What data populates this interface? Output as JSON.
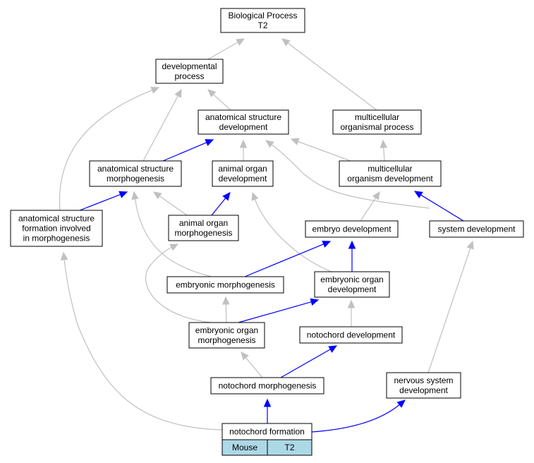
{
  "graph": {
    "nodes": [
      {
        "id": "bp",
        "lines": [
          "Biological Process",
          "T2"
        ]
      },
      {
        "id": "dev_process",
        "lines": [
          "developmental",
          "process"
        ]
      },
      {
        "id": "asd",
        "lines": [
          "anatomical structure",
          "development"
        ]
      },
      {
        "id": "mop",
        "lines": [
          "multicellular",
          "organismal process"
        ]
      },
      {
        "id": "asm",
        "lines": [
          "anatomical structure",
          "morphogenesis"
        ]
      },
      {
        "id": "aod",
        "lines": [
          "animal organ",
          "development"
        ]
      },
      {
        "id": "mod",
        "lines": [
          "multicellular",
          "organism development"
        ]
      },
      {
        "id": "asf",
        "lines": [
          "anatomical structure",
          "formation involved",
          "in morphogenesis"
        ]
      },
      {
        "id": "aom",
        "lines": [
          "animal organ",
          "morphogenesis"
        ]
      },
      {
        "id": "ed",
        "lines": [
          "embryo development"
        ]
      },
      {
        "id": "sd",
        "lines": [
          "system development"
        ]
      },
      {
        "id": "em",
        "lines": [
          "embryonic morphogenesis"
        ]
      },
      {
        "id": "eod",
        "lines": [
          "embryonic organ",
          "development"
        ]
      },
      {
        "id": "eom",
        "lines": [
          "embryonic organ",
          "morphogenesis"
        ]
      },
      {
        "id": "nd",
        "lines": [
          "notochord development"
        ]
      },
      {
        "id": "nm",
        "lines": [
          "notochord morphogenesis"
        ]
      },
      {
        "id": "nsd",
        "lines": [
          "nervous system",
          "development"
        ]
      },
      {
        "id": "nf",
        "lines": [
          "notochord formation"
        ]
      }
    ],
    "annotation": {
      "cells": [
        "Mouse",
        "T2"
      ],
      "fill": "#add8e6"
    },
    "edge_colors": {
      "is_a": "#c0c0c0",
      "part_of": "#0000ff"
    },
    "edges": [
      {
        "from": "dev_process",
        "to": "bp",
        "type": "is_a"
      },
      {
        "from": "mop",
        "to": "bp",
        "type": "is_a"
      },
      {
        "from": "asd",
        "to": "dev_process",
        "type": "is_a"
      },
      {
        "from": "asm",
        "to": "dev_process",
        "type": "is_a"
      },
      {
        "from": "asf",
        "to": "dev_process",
        "type": "is_a"
      },
      {
        "from": "asm",
        "to": "asd",
        "type": "part_of"
      },
      {
        "from": "aod",
        "to": "asd",
        "type": "is_a"
      },
      {
        "from": "mod",
        "to": "asd",
        "type": "is_a"
      },
      {
        "from": "sd",
        "to": "asd",
        "type": "is_a"
      },
      {
        "from": "mod",
        "to": "mop",
        "type": "is_a"
      },
      {
        "from": "asf",
        "to": "asm",
        "type": "part_of"
      },
      {
        "from": "aom",
        "to": "asm",
        "type": "is_a"
      },
      {
        "from": "em",
        "to": "asm",
        "type": "is_a"
      },
      {
        "from": "aom",
        "to": "aod",
        "type": "part_of"
      },
      {
        "from": "eod",
        "to": "aod",
        "type": "is_a"
      },
      {
        "from": "ed",
        "to": "mod",
        "type": "is_a"
      },
      {
        "from": "sd",
        "to": "mod",
        "type": "part_of"
      },
      {
        "from": "eom",
        "to": "aom",
        "type": "is_a"
      },
      {
        "from": "em",
        "to": "ed",
        "type": "part_of"
      },
      {
        "from": "eod",
        "to": "ed",
        "type": "part_of"
      },
      {
        "from": "nsd",
        "to": "sd",
        "type": "is_a"
      },
      {
        "from": "eom",
        "to": "em",
        "type": "is_a"
      },
      {
        "from": "eom",
        "to": "eod",
        "type": "part_of"
      },
      {
        "from": "nd",
        "to": "eod",
        "type": "is_a"
      },
      {
        "from": "nm",
        "to": "eom",
        "type": "is_a"
      },
      {
        "from": "nm",
        "to": "nd",
        "type": "part_of"
      },
      {
        "from": "nf",
        "to": "asf",
        "type": "is_a"
      },
      {
        "from": "nf",
        "to": "nm",
        "type": "part_of"
      },
      {
        "from": "nf",
        "to": "nsd",
        "type": "part_of"
      }
    ]
  }
}
